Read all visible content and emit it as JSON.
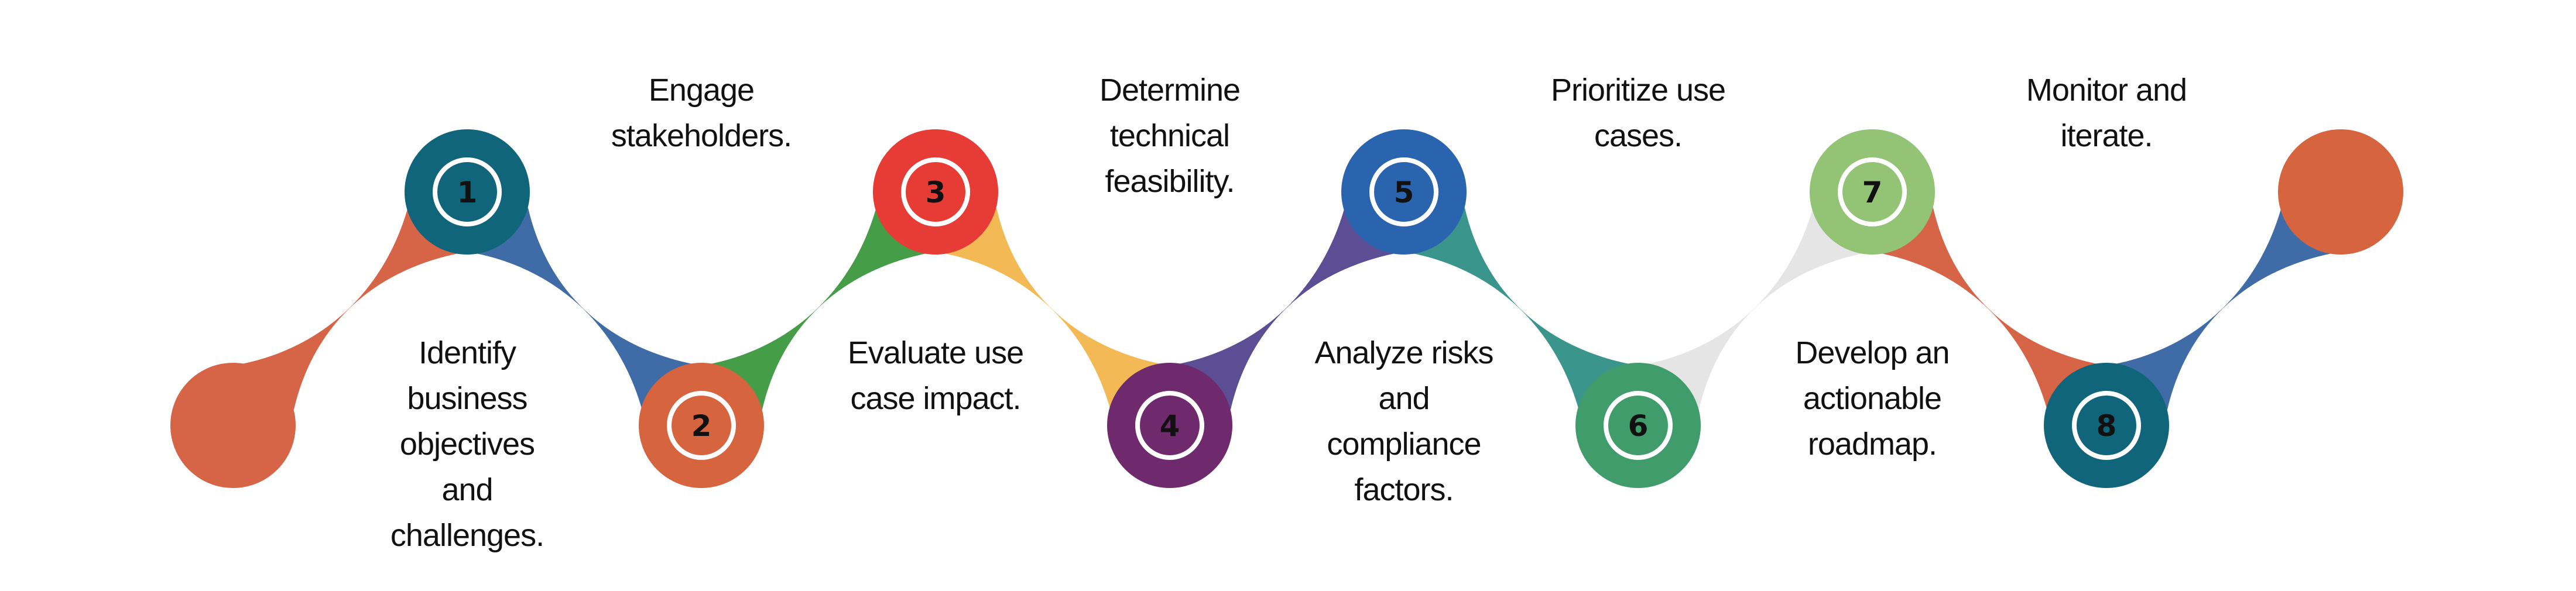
{
  "steps": [
    {
      "number": "1",
      "lines": [
        "Identify",
        "business",
        "objectives",
        "and",
        "challenges."
      ],
      "color": "#10657A"
    },
    {
      "number": "2",
      "lines": [
        "Engage",
        "stakeholders."
      ],
      "color": "#D5643F"
    },
    {
      "number": "3",
      "lines": [
        "Evaluate use",
        "case impact."
      ],
      "color": "#E63C35"
    },
    {
      "number": "4",
      "lines": [
        "Determine",
        "technical",
        "feasibility."
      ],
      "color": "#6F2A6E"
    },
    {
      "number": "5",
      "lines": [
        "Analyze risks",
        "and",
        "compliance",
        "factors."
      ],
      "color": "#2A63AE"
    },
    {
      "number": "6",
      "lines": [
        "Prioritize use",
        "cases."
      ],
      "color": "#419C6B"
    },
    {
      "number": "7",
      "lines": [
        "Develop an",
        "actionable",
        "roadmap."
      ],
      "color": "#93C374"
    },
    {
      "number": "8",
      "lines": [
        "Monitor and",
        "iterate."
      ],
      "color": "#10657A"
    }
  ],
  "endpoints": {
    "start_color": "#D66446",
    "end_color": "#D5643F"
  },
  "connector_colors": [
    "#D66446",
    "#3F6CA6",
    "#459D48",
    "#F2B955",
    "#5B4E95",
    "#3A968C",
    "#E5E5E5",
    "#D66446",
    "#3F6CA6"
  ]
}
